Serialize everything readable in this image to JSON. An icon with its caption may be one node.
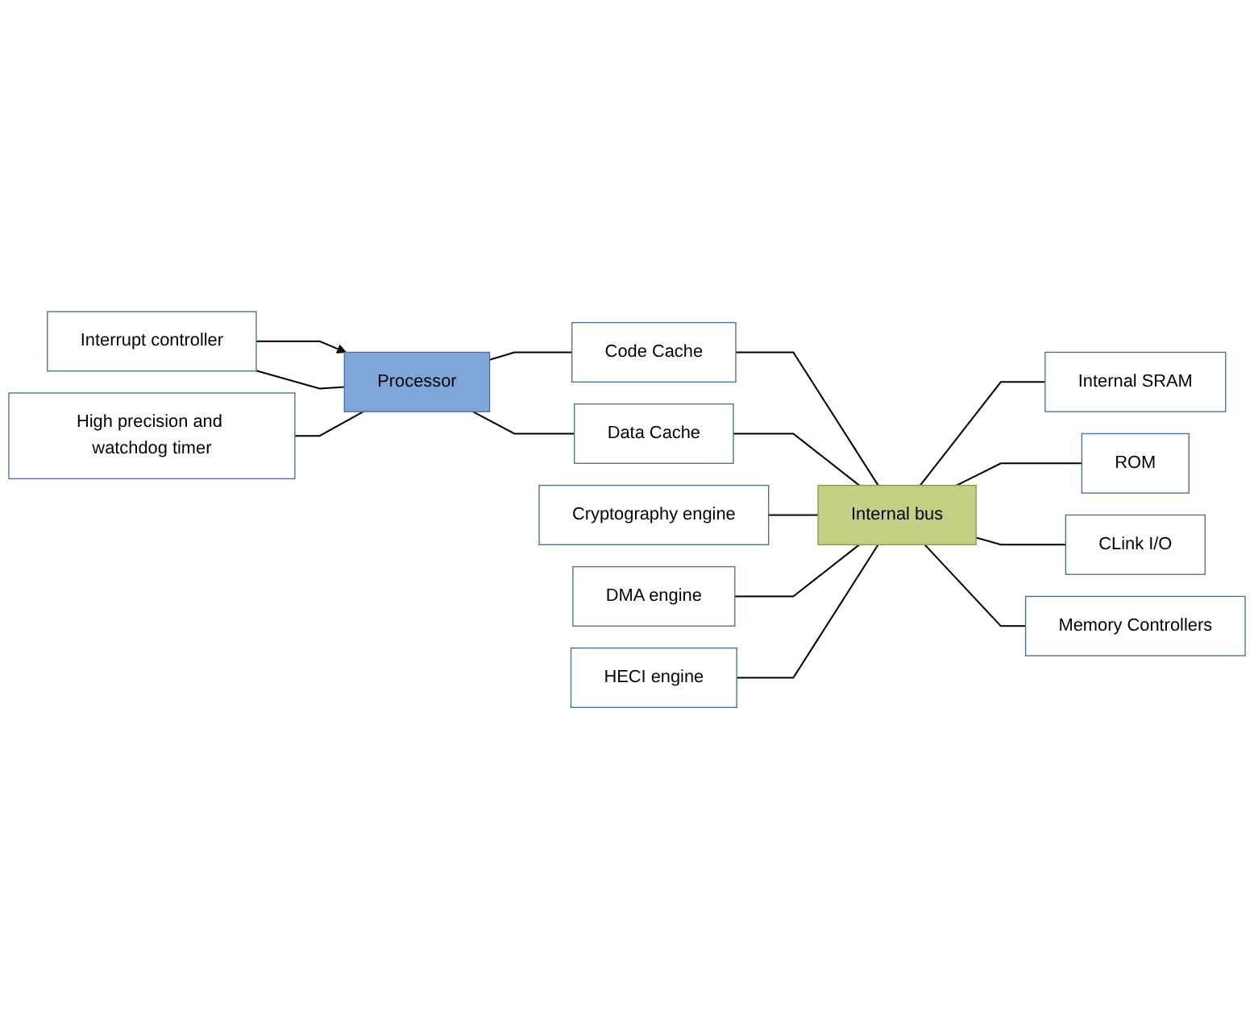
{
  "diagram": {
    "nodes": [
      {
        "text": [
          "Processor"
        ]
      },
      {
        "text": [
          "Code Cache"
        ]
      },
      {
        "text": [
          "Data Cache"
        ]
      },
      {
        "text": [
          "Cryptography engine"
        ]
      },
      {
        "text": [
          "DMA engine"
        ]
      },
      {
        "text": [
          "HECI engine"
        ]
      },
      {
        "text": [
          "Internal bus"
        ]
      },
      {
        "text": [
          "Internal SRAM"
        ]
      },
      {
        "text": [
          "ROM"
        ]
      },
      {
        "text": [
          "CLink I/O"
        ]
      },
      {
        "text": [
          "Memory Controllers"
        ]
      },
      {
        "text": [
          "Interrupt controller"
        ]
      },
      {
        "text": [
          "High precision and watchdog timer"
        ]
      }
    ],
    "edges": [
      {
        "from": 0,
        "to": 1,
        "arrow": "none"
      },
      {
        "from": 0,
        "to": 2,
        "arrow": "none"
      },
      {
        "from": 1,
        "to": 6,
        "arrow": "none"
      },
      {
        "from": 2,
        "to": 6,
        "arrow": "none"
      },
      {
        "from": 3,
        "to": 6,
        "arrow": "none"
      },
      {
        "from": 4,
        "to": 6,
        "arrow": "none"
      },
      {
        "from": 5,
        "to": 6,
        "arrow": "none"
      },
      {
        "from": 6,
        "to": 7,
        "arrow": "none"
      },
      {
        "from": 6,
        "to": 8,
        "arrow": "none"
      },
      {
        "from": 6,
        "to": 9,
        "arrow": "none"
      },
      {
        "from": 6,
        "to": 10,
        "arrow": "none"
      },
      {
        "from": 11,
        "to": 0,
        "arrow": "to"
      },
      {
        "from": 11,
        "to": 0,
        "arrow": "none"
      },
      {
        "from": 12,
        "to": 0,
        "arrow": "none"
      }
    ]
  }
}
